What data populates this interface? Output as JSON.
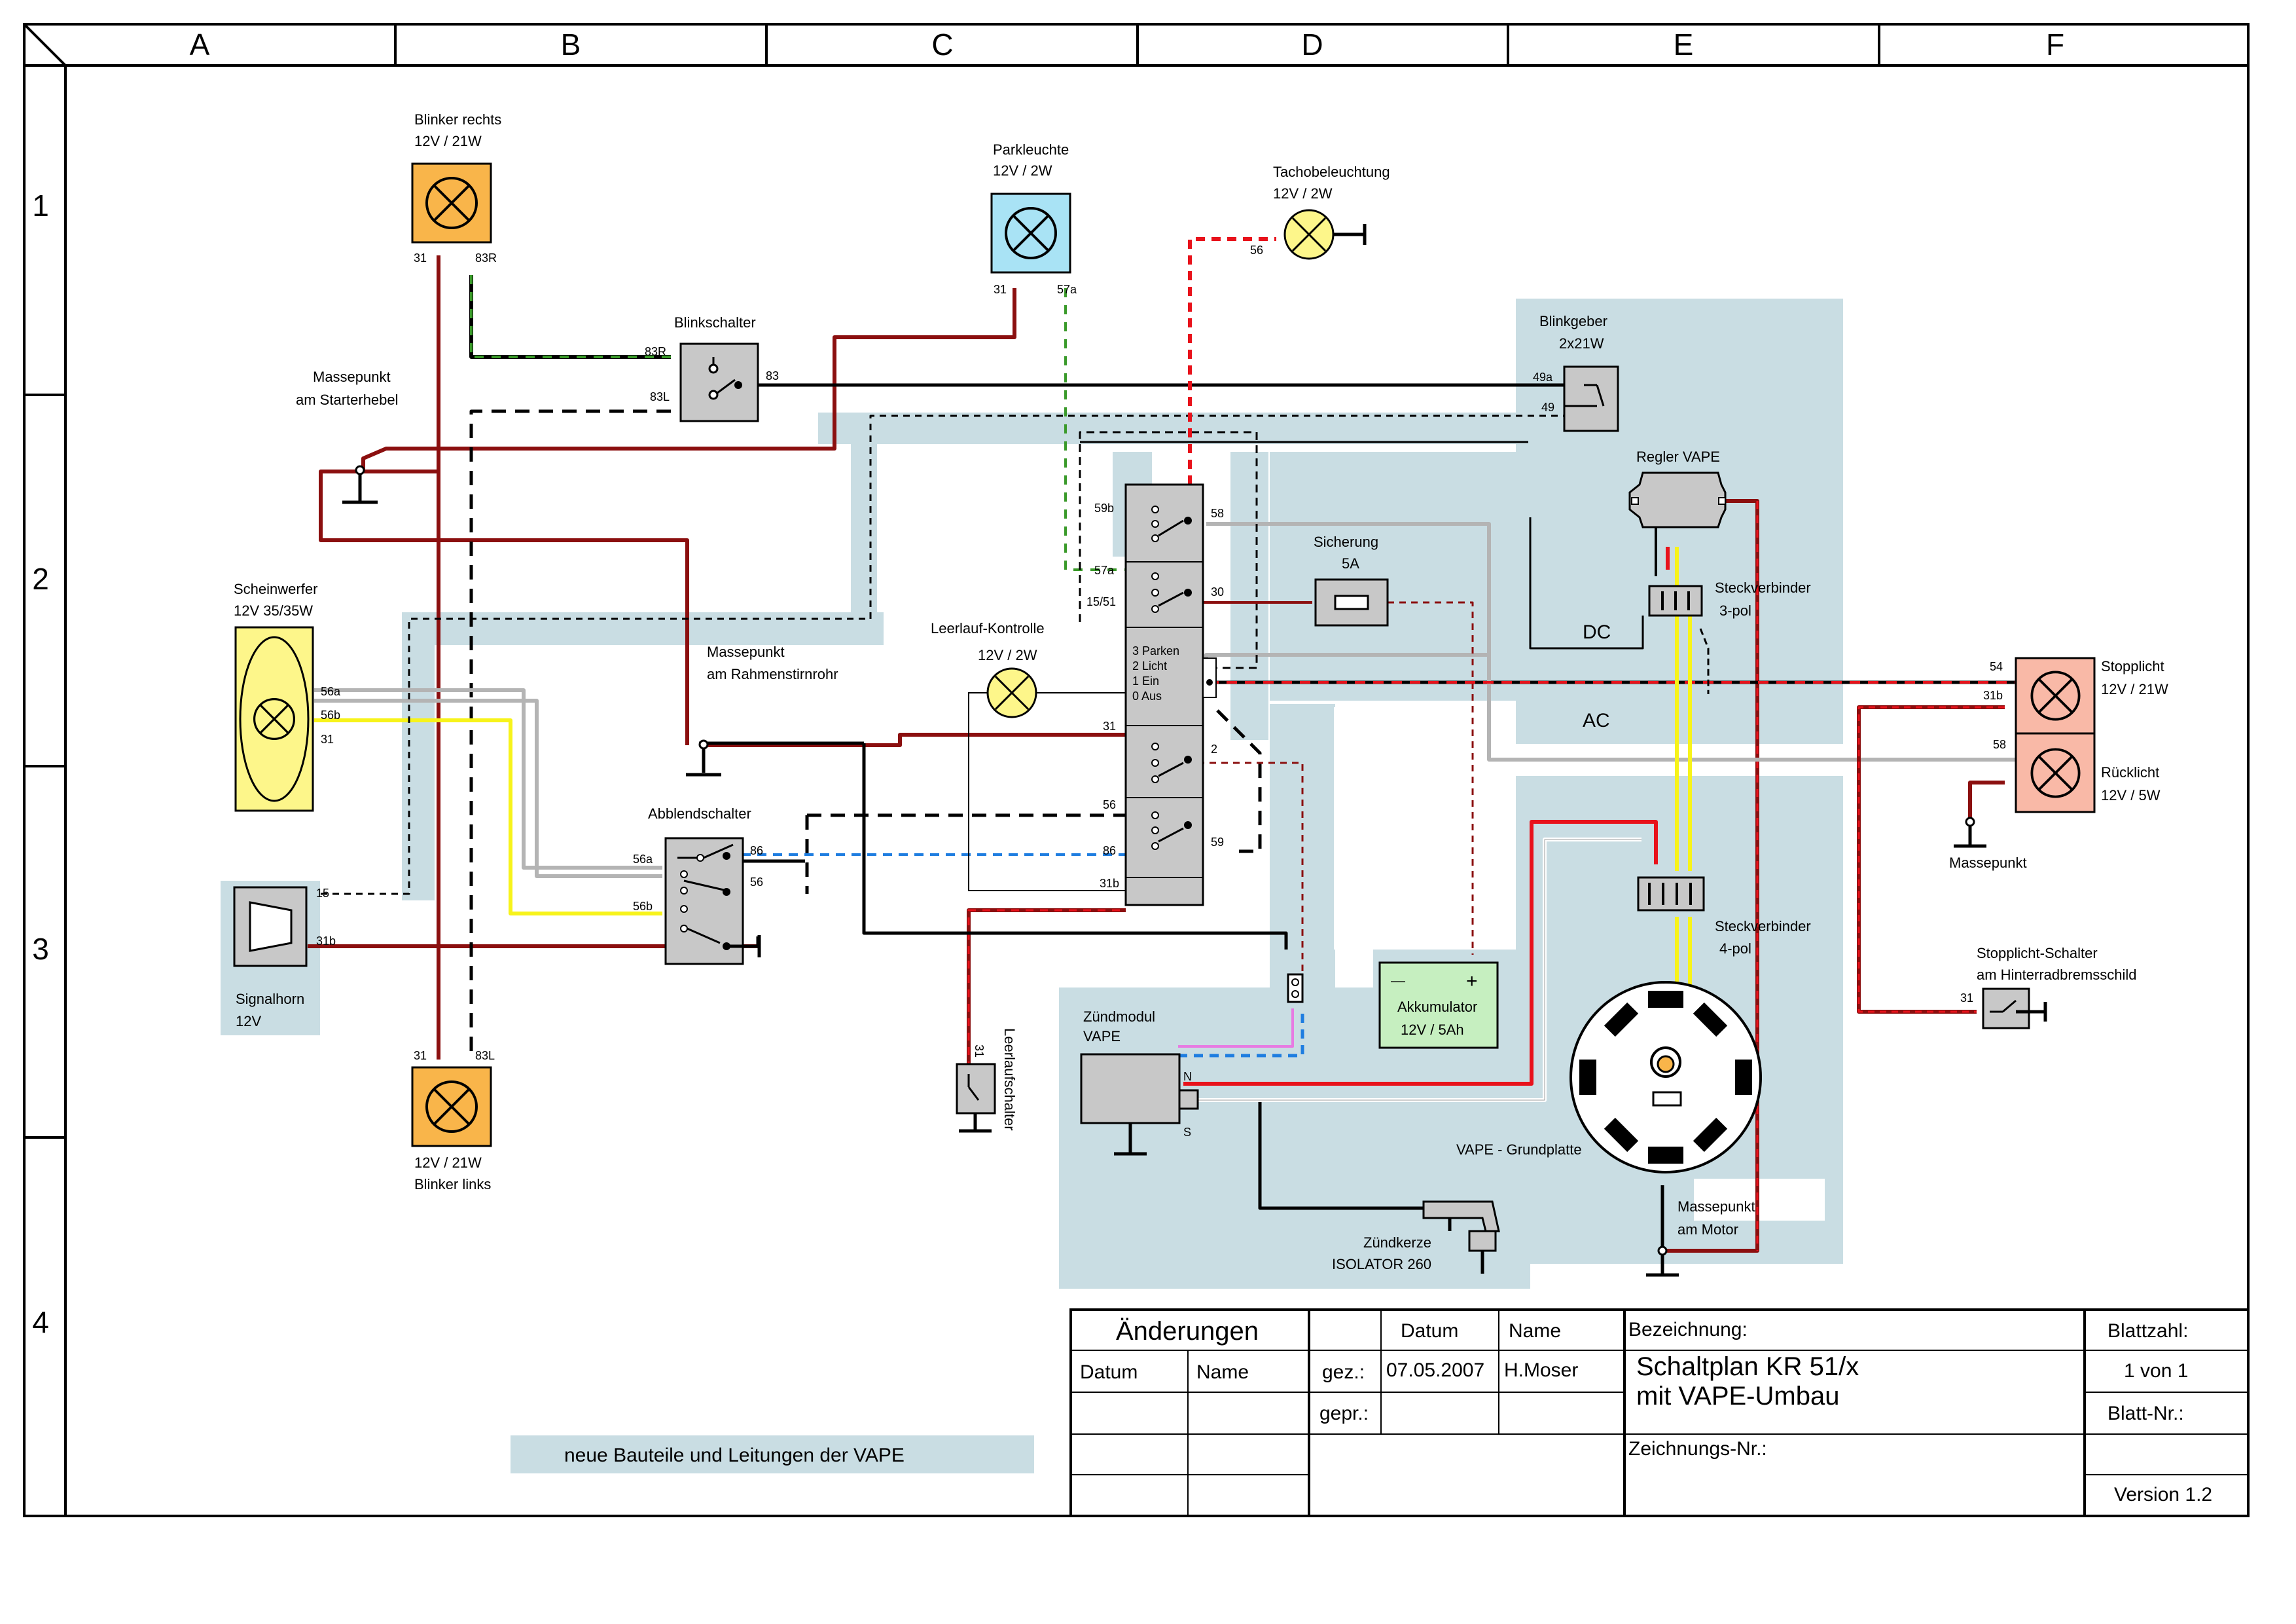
{
  "frame": {
    "columns": [
      "A",
      "B",
      "C",
      "D",
      "E",
      "F"
    ],
    "rows": [
      "1",
      "2",
      "3",
      "4"
    ]
  },
  "components": {
    "blinker_rechts": {
      "name": "Blinker rechts",
      "rating": "12V / 21W",
      "pin_left": "31",
      "pin_right": "83R"
    },
    "blinker_links": {
      "rating": "12V / 21W",
      "name": "Blinker links",
      "pin_left": "31",
      "pin_right": "83L"
    },
    "parkleuchte": {
      "name": "Parkleuchte",
      "rating": "12V / 2W",
      "pin_left": "31",
      "pin_right": "57a"
    },
    "tachobeleuchtung": {
      "name": "Tachobeleuchtung",
      "rating": "12V / 2W",
      "pin": "56"
    },
    "blinkschalter": {
      "name": "Blinkschalter",
      "pin_in_top": "83R",
      "pin_in_bottom": "83L",
      "pin_out": "83"
    },
    "masse_starter": {
      "line1": "Massepunkt",
      "line2": "am Starterhebel"
    },
    "masse_rahmen": {
      "line1": "Massepunkt",
      "line2": "am Rahmenstirnrohr"
    },
    "masse_motor": {
      "line1": "Massepunkt",
      "line2": "am Motor"
    },
    "masse_hinten": {
      "line1": "Massepunkt"
    },
    "scheinwerfer": {
      "name": "Scheinwerfer",
      "rating": "12V 35/35W",
      "pin_a": "56a",
      "pin_b": "56b",
      "pin_g": "31"
    },
    "signalhorn": {
      "name": "Signalhorn",
      "rating": "12V",
      "pin_top": "15",
      "pin_bottom": "31b"
    },
    "abblendschalter": {
      "name": "Abblendschalter",
      "pin_56a": "56a",
      "pin_56b": "56b",
      "pin_86": "86",
      "pin_56": "56"
    },
    "leerlauf_kontrolle": {
      "name": "Leerlauf-Kontrolle",
      "rating": "12V / 2W"
    },
    "zuendschloss": {
      "pins_left": [
        "59b",
        "57a",
        "15/51",
        "31",
        "56",
        "86",
        "31b"
      ],
      "pins_right": [
        "58",
        "30",
        "2",
        "59"
      ],
      "legend": [
        "3 Parken",
        "2 Licht",
        "1 Ein",
        "0 Aus"
      ]
    },
    "sicherung": {
      "name": "Sicherung",
      "rating": "5A"
    },
    "blinkgeber": {
      "name": "Blinkgeber",
      "rating": "2x21W",
      "pin_49a": "49a",
      "pin_49": "49"
    },
    "regler": {
      "name": "Regler VAPE"
    },
    "steckverbinder3": {
      "line1": "Steckverbinder",
      "line2": "3-pol"
    },
    "steckverbinder4": {
      "line1": "Steckverbinder",
      "line2": "4-pol"
    },
    "dc_label": "DC",
    "ac_label": "AC",
    "stopplicht": {
      "name": "Stopplicht",
      "rating": "12V / 21W",
      "pin_54": "54",
      "pin_31b": "31b"
    },
    "ruecklicht": {
      "name": "Rücklicht",
      "rating": "12V / 5W",
      "pin_58": "58"
    },
    "stopplicht_schalter": {
      "line1": "Stopplicht-Schalter",
      "line2": "am Hinterradbremsschild",
      "pin": "31"
    },
    "akkumulator": {
      "name": "Akkumulator",
      "rating": "12V / 5Ah",
      "minus": "—",
      "plus": "+"
    },
    "zuendmodul": {
      "line1": "Zündmodul",
      "line2": "VAPE",
      "pin_n": "N",
      "pin_s": "S"
    },
    "zuendkerze": {
      "line1": "Zündkerze",
      "line2": "ISOLATOR 260"
    },
    "grundplatte": {
      "name": "VAPE - Grundplatte"
    },
    "leerlaufschalter": {
      "name": "Leerlaufschalter",
      "pin": "31"
    }
  },
  "legend_text": "neue Bauteile und Leitungen der VAPE",
  "title_block": {
    "aenderungen": "Änderungen",
    "datum_col": "Datum",
    "name_col": "Name",
    "datum_head": "Datum",
    "name_head": "Name",
    "gez_label": "gez.:",
    "gez_date": "07.05.2007",
    "gez_name": "H.Moser",
    "gepr_label": "gepr.:",
    "bezeichnung_label": "Bezeichnung:",
    "bezeichnung_line1": "Schaltplan KR 51/x",
    "bezeichnung_line2": "mit VAPE-Umbau",
    "zeichnungs_label": "Zeichnungs-Nr.:",
    "blattzahl_label": "Blattzahl:",
    "blattzahl_value": "1 von 1",
    "blattnr_label": "Blatt-Nr.:",
    "version": "Version 1.2"
  },
  "colors": {
    "vape_area": "#c9dde3",
    "wire_brown": "#8b0f0f",
    "wire_red": "#e8121b",
    "wire_yellow": "#f7f31a",
    "wire_gray": "#b4b4b4",
    "wire_green": "#3a9a2a",
    "wire_blue": "#1e7de0",
    "lamp_orange": "#f9b54a",
    "lamp_yellow": "#fdf68a",
    "park_blue": "#a9e3f5",
    "stop_pink": "#f9b9a7",
    "akku_green": "#c6efc0",
    "switch_gray": "#c8c8c8"
  }
}
